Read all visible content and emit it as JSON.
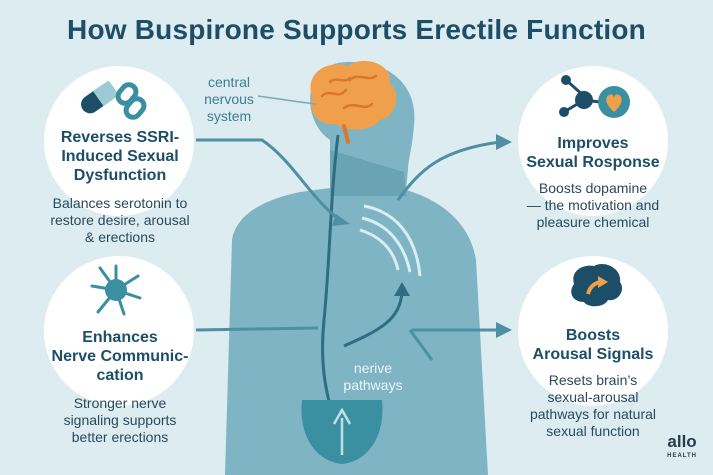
{
  "title": "How Buspirone Supports Erectile Function",
  "labels": {
    "cns": [
      "central",
      "nervous",
      "system"
    ],
    "nerve": [
      "nerive",
      "pathways"
    ]
  },
  "benefits": [
    {
      "heading": [
        "Reverses SSRI-",
        "Induced Sexual",
        "Dysfunction"
      ],
      "description": [
        "Balances serotonin to",
        "restore desire, arousal",
        "& erections"
      ],
      "icon": "pill-chain-icon"
    },
    {
      "heading": [
        "Enhances",
        "Nerve Communic-",
        "cation"
      ],
      "description": [
        "Stronger nerve",
        "signaling supports",
        "better erections"
      ],
      "icon": "neuron-icon"
    },
    {
      "heading": [
        "Improves",
        "Sexual Rosponse"
      ],
      "description": [
        "Boosts dopamine",
        "— the motivation and",
        "pleasure chemical"
      ],
      "icon": "molecule-heart-icon"
    },
    {
      "heading": [
        "Boosts",
        "Arousal Signals"
      ],
      "description": [
        "Resets brain’s",
        "sexual-arousal",
        "pathways for natural",
        "sexual function"
      ],
      "icon": "brain-arrow-icon"
    }
  ],
  "logo": {
    "name": "allo",
    "sub": "HEALTH"
  },
  "colors": {
    "title": "#1d4e68",
    "body": "#7fb4c4",
    "brain": "#f0a04b",
    "accent": "#3a8fa0"
  }
}
